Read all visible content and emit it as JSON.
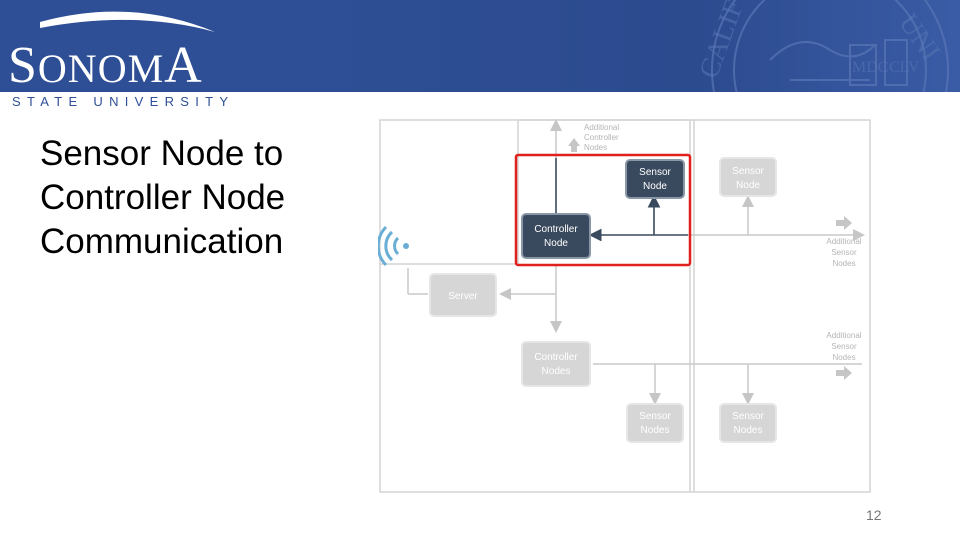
{
  "header": {
    "logo_text_s": "S",
    "logo_text_onom": "ONOM",
    "logo_text_a": "A",
    "tagline": "STATE UNIVERSITY"
  },
  "slide": {
    "title": "Sensor Node to Controller Node Communication",
    "page_number": "12"
  },
  "diagram": {
    "nodes": {
      "sensor_node_active": "Sensor Node",
      "controller_node_active": "Controller Node",
      "sensor_node_faded": "Sensor Node",
      "server": "Server",
      "controller_nodes": "Controller Nodes",
      "sensor_nodes_1": "Sensor Nodes",
      "sensor_nodes_2": "Sensor Nodes"
    },
    "labels": {
      "additional_controller_nodes": "Additional Controller Nodes",
      "additional_sensor_nodes_1": "Additional Sensor Nodes",
      "additional_sensor_nodes_2": "Additional Sensor Nodes"
    },
    "colors": {
      "active_node": "#3a4a5e",
      "faded_node": "#d6d6d6",
      "highlight": "#e0201d",
      "brand_blue": "#2e4f96"
    }
  }
}
